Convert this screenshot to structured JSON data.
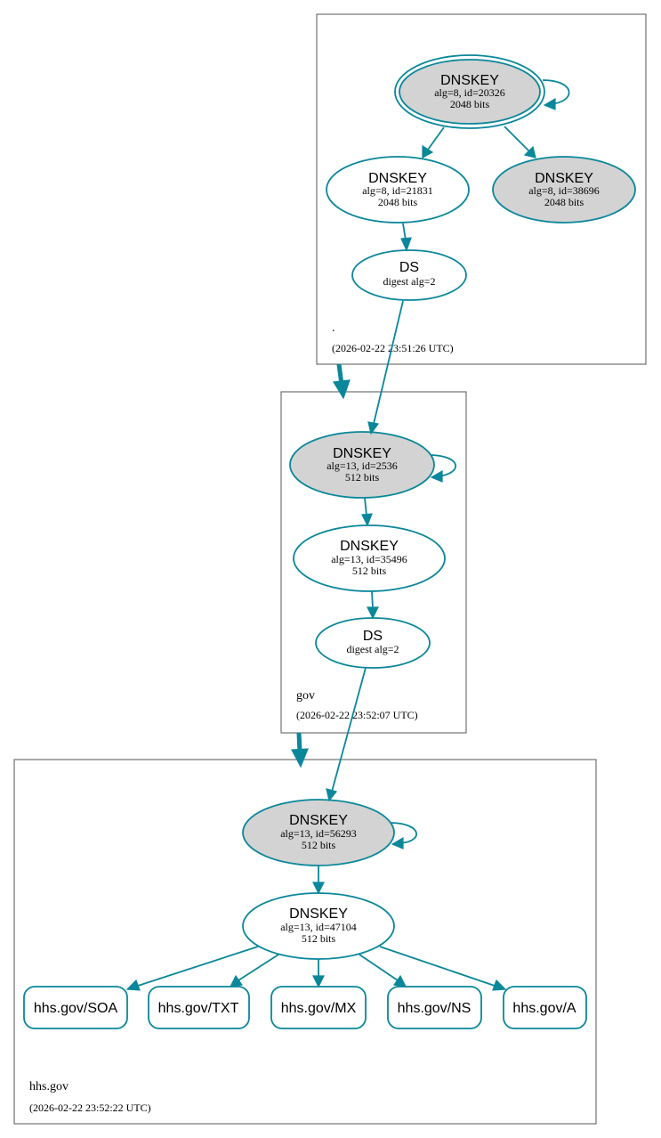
{
  "colors": {
    "edge": "#0a879a",
    "node_stroke": "#0a879a",
    "sep_fill": "#d3d3d3",
    "zone_border": "#555555"
  },
  "zones": {
    "root": {
      "name": ".",
      "timestamp": "(2026-02-22 23:51:26 UTC)",
      "ksk": {
        "title": "DNSKEY",
        "line1": "alg=8, id=20326",
        "line2": "2048 bits"
      },
      "zsk": {
        "title": "DNSKEY",
        "line1": "alg=8, id=21831",
        "line2": "2048 bits"
      },
      "key3": {
        "title": "DNSKEY",
        "line1": "alg=8, id=38696",
        "line2": "2048 bits"
      },
      "ds": {
        "title": "DS",
        "line1": "digest alg=2"
      }
    },
    "gov": {
      "name": "gov",
      "timestamp": "(2026-02-22 23:52:07 UTC)",
      "ksk": {
        "title": "DNSKEY",
        "line1": "alg=13, id=2536",
        "line2": "512 bits"
      },
      "zsk": {
        "title": "DNSKEY",
        "line1": "alg=13, id=35496",
        "line2": "512 bits"
      },
      "ds": {
        "title": "DS",
        "line1": "digest alg=2"
      }
    },
    "hhs": {
      "name": "hhs.gov",
      "timestamp": "(2026-02-22 23:52:22 UTC)",
      "ksk": {
        "title": "DNSKEY",
        "line1": "alg=13, id=56293",
        "line2": "512 bits"
      },
      "zsk": {
        "title": "DNSKEY",
        "line1": "alg=13, id=47104",
        "line2": "512 bits"
      },
      "rrsets": [
        "hhs.gov/SOA",
        "hhs.gov/TXT",
        "hhs.gov/MX",
        "hhs.gov/NS",
        "hhs.gov/A"
      ]
    }
  }
}
